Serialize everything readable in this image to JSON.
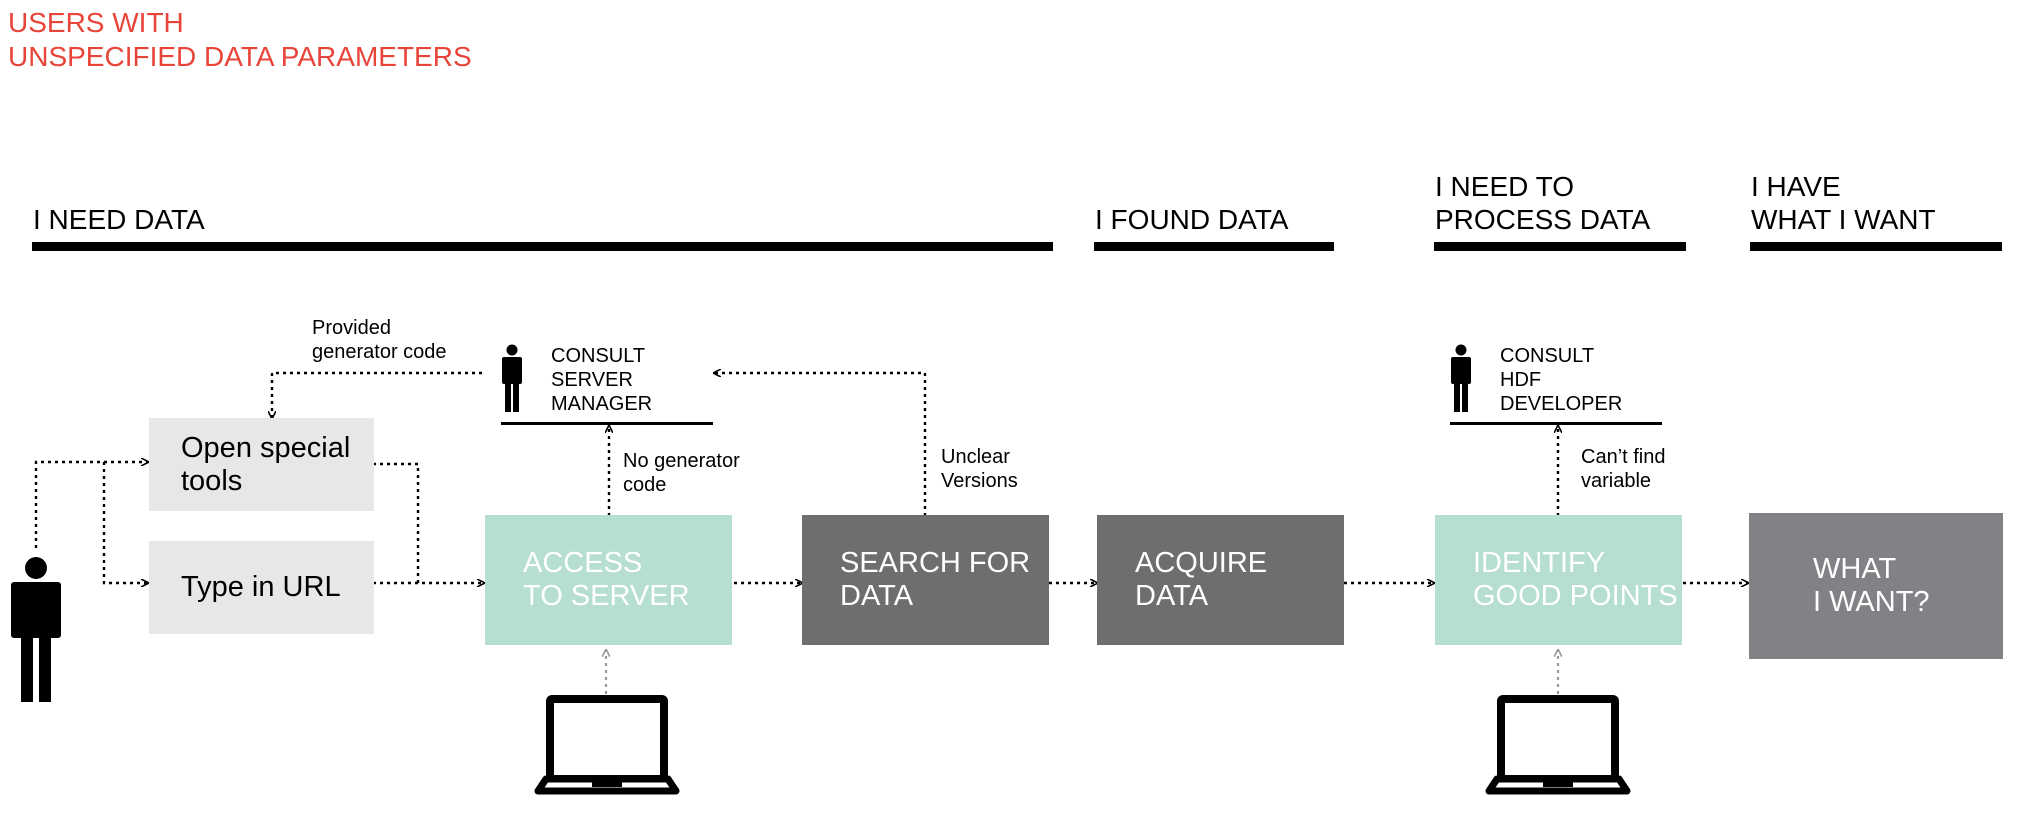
{
  "title": {
    "line1": "USERS WITH",
    "line2": "UNSPECIFIED DATA PARAMETERS"
  },
  "stages": [
    {
      "line1": "I NEED DATA",
      "line2": ""
    },
    {
      "line1": "I FOUND DATA",
      "line2": ""
    },
    {
      "line1": "I NEED TO",
      "line2": "PROCESS DATA"
    },
    {
      "line1": "I HAVE",
      "line2": "WHAT I WANT"
    }
  ],
  "boxes": {
    "open_tools": {
      "line1": "Open special",
      "line2": "tools"
    },
    "type_url": {
      "line1": "Type in URL",
      "line2": ""
    },
    "access_server": {
      "line1": "ACCESS",
      "line2": "TO SERVER"
    },
    "search_data": {
      "line1": "SEARCH FOR",
      "line2": "DATA"
    },
    "acquire_data": {
      "line1": "ACQUIRE",
      "line2": "DATA"
    },
    "identify_points": {
      "line1": "IDENTIFY",
      "line2": "GOOD POINTS"
    },
    "what_i_want": {
      "line1": "WHAT",
      "line2": "I WANT?"
    }
  },
  "consults": {
    "server_manager": {
      "line1": "CONSULT",
      "line2": "SERVER",
      "line3": "MANAGER"
    },
    "hdf_developer": {
      "line1": "CONSULT",
      "line2": "HDF",
      "line3": "DEVELOPER"
    }
  },
  "notes": {
    "provided_code": {
      "line1": "Provided",
      "line2": "generator code"
    },
    "no_code": {
      "line1": "No generator",
      "line2": "code"
    },
    "unclear_versions": {
      "line1": "Unclear",
      "line2": "Versions"
    },
    "cant_find": {
      "line1": "Can’t find",
      "line2": "variable"
    }
  },
  "colors": {
    "title": "#e8443a",
    "light_box": "#e6e7e8",
    "mint_box": "#b6dfd0",
    "dark_box": "#6d6e70",
    "darker_box": "#808285"
  },
  "icons": [
    "person-icon",
    "laptop-icon"
  ]
}
